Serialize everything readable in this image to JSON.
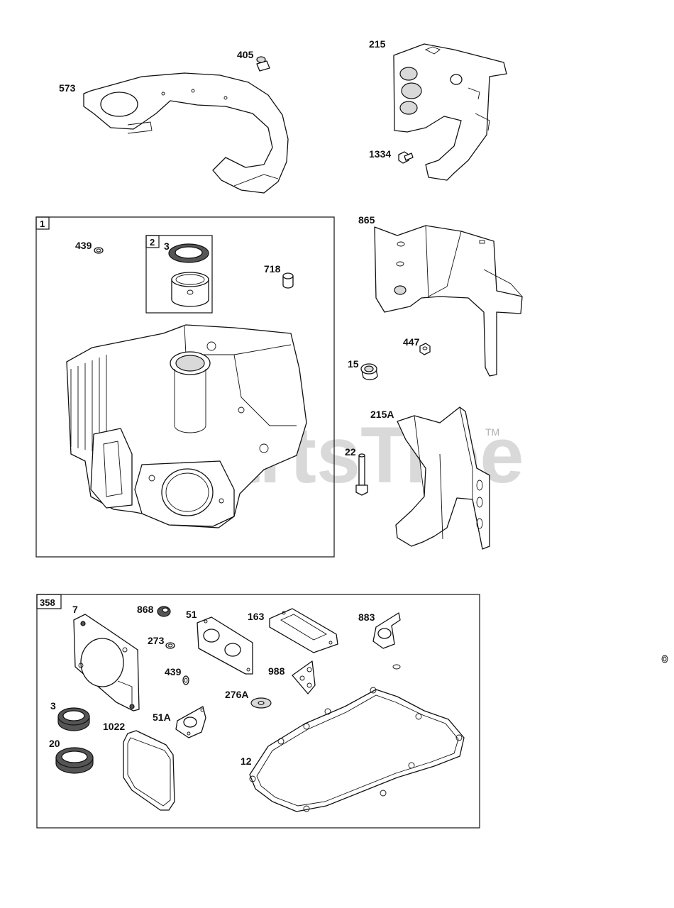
{
  "watermark": {
    "brand": "PartsTree",
    "trademark": "TM"
  },
  "groups": [
    {
      "id": "g1",
      "number": "1"
    },
    {
      "id": "g2",
      "number": "2"
    },
    {
      "id": "g358",
      "number": "358"
    }
  ],
  "callouts": {
    "p573": "573",
    "p405": "405",
    "p215": "215",
    "p1334": "1334",
    "p439a": "439",
    "p3a": "3",
    "p718": "718",
    "p865": "865",
    "p447": "447",
    "p15": "15",
    "p215a": "215A",
    "p22": "22",
    "p7": "7",
    "p868": "868",
    "p51": "51",
    "p163": "163",
    "p883": "883",
    "p273": "273",
    "p988": "988",
    "p439b": "439",
    "p276a": "276A",
    "p3b": "3",
    "p51a": "51A",
    "p1022": "1022",
    "p20": "20",
    "p12": "12"
  }
}
